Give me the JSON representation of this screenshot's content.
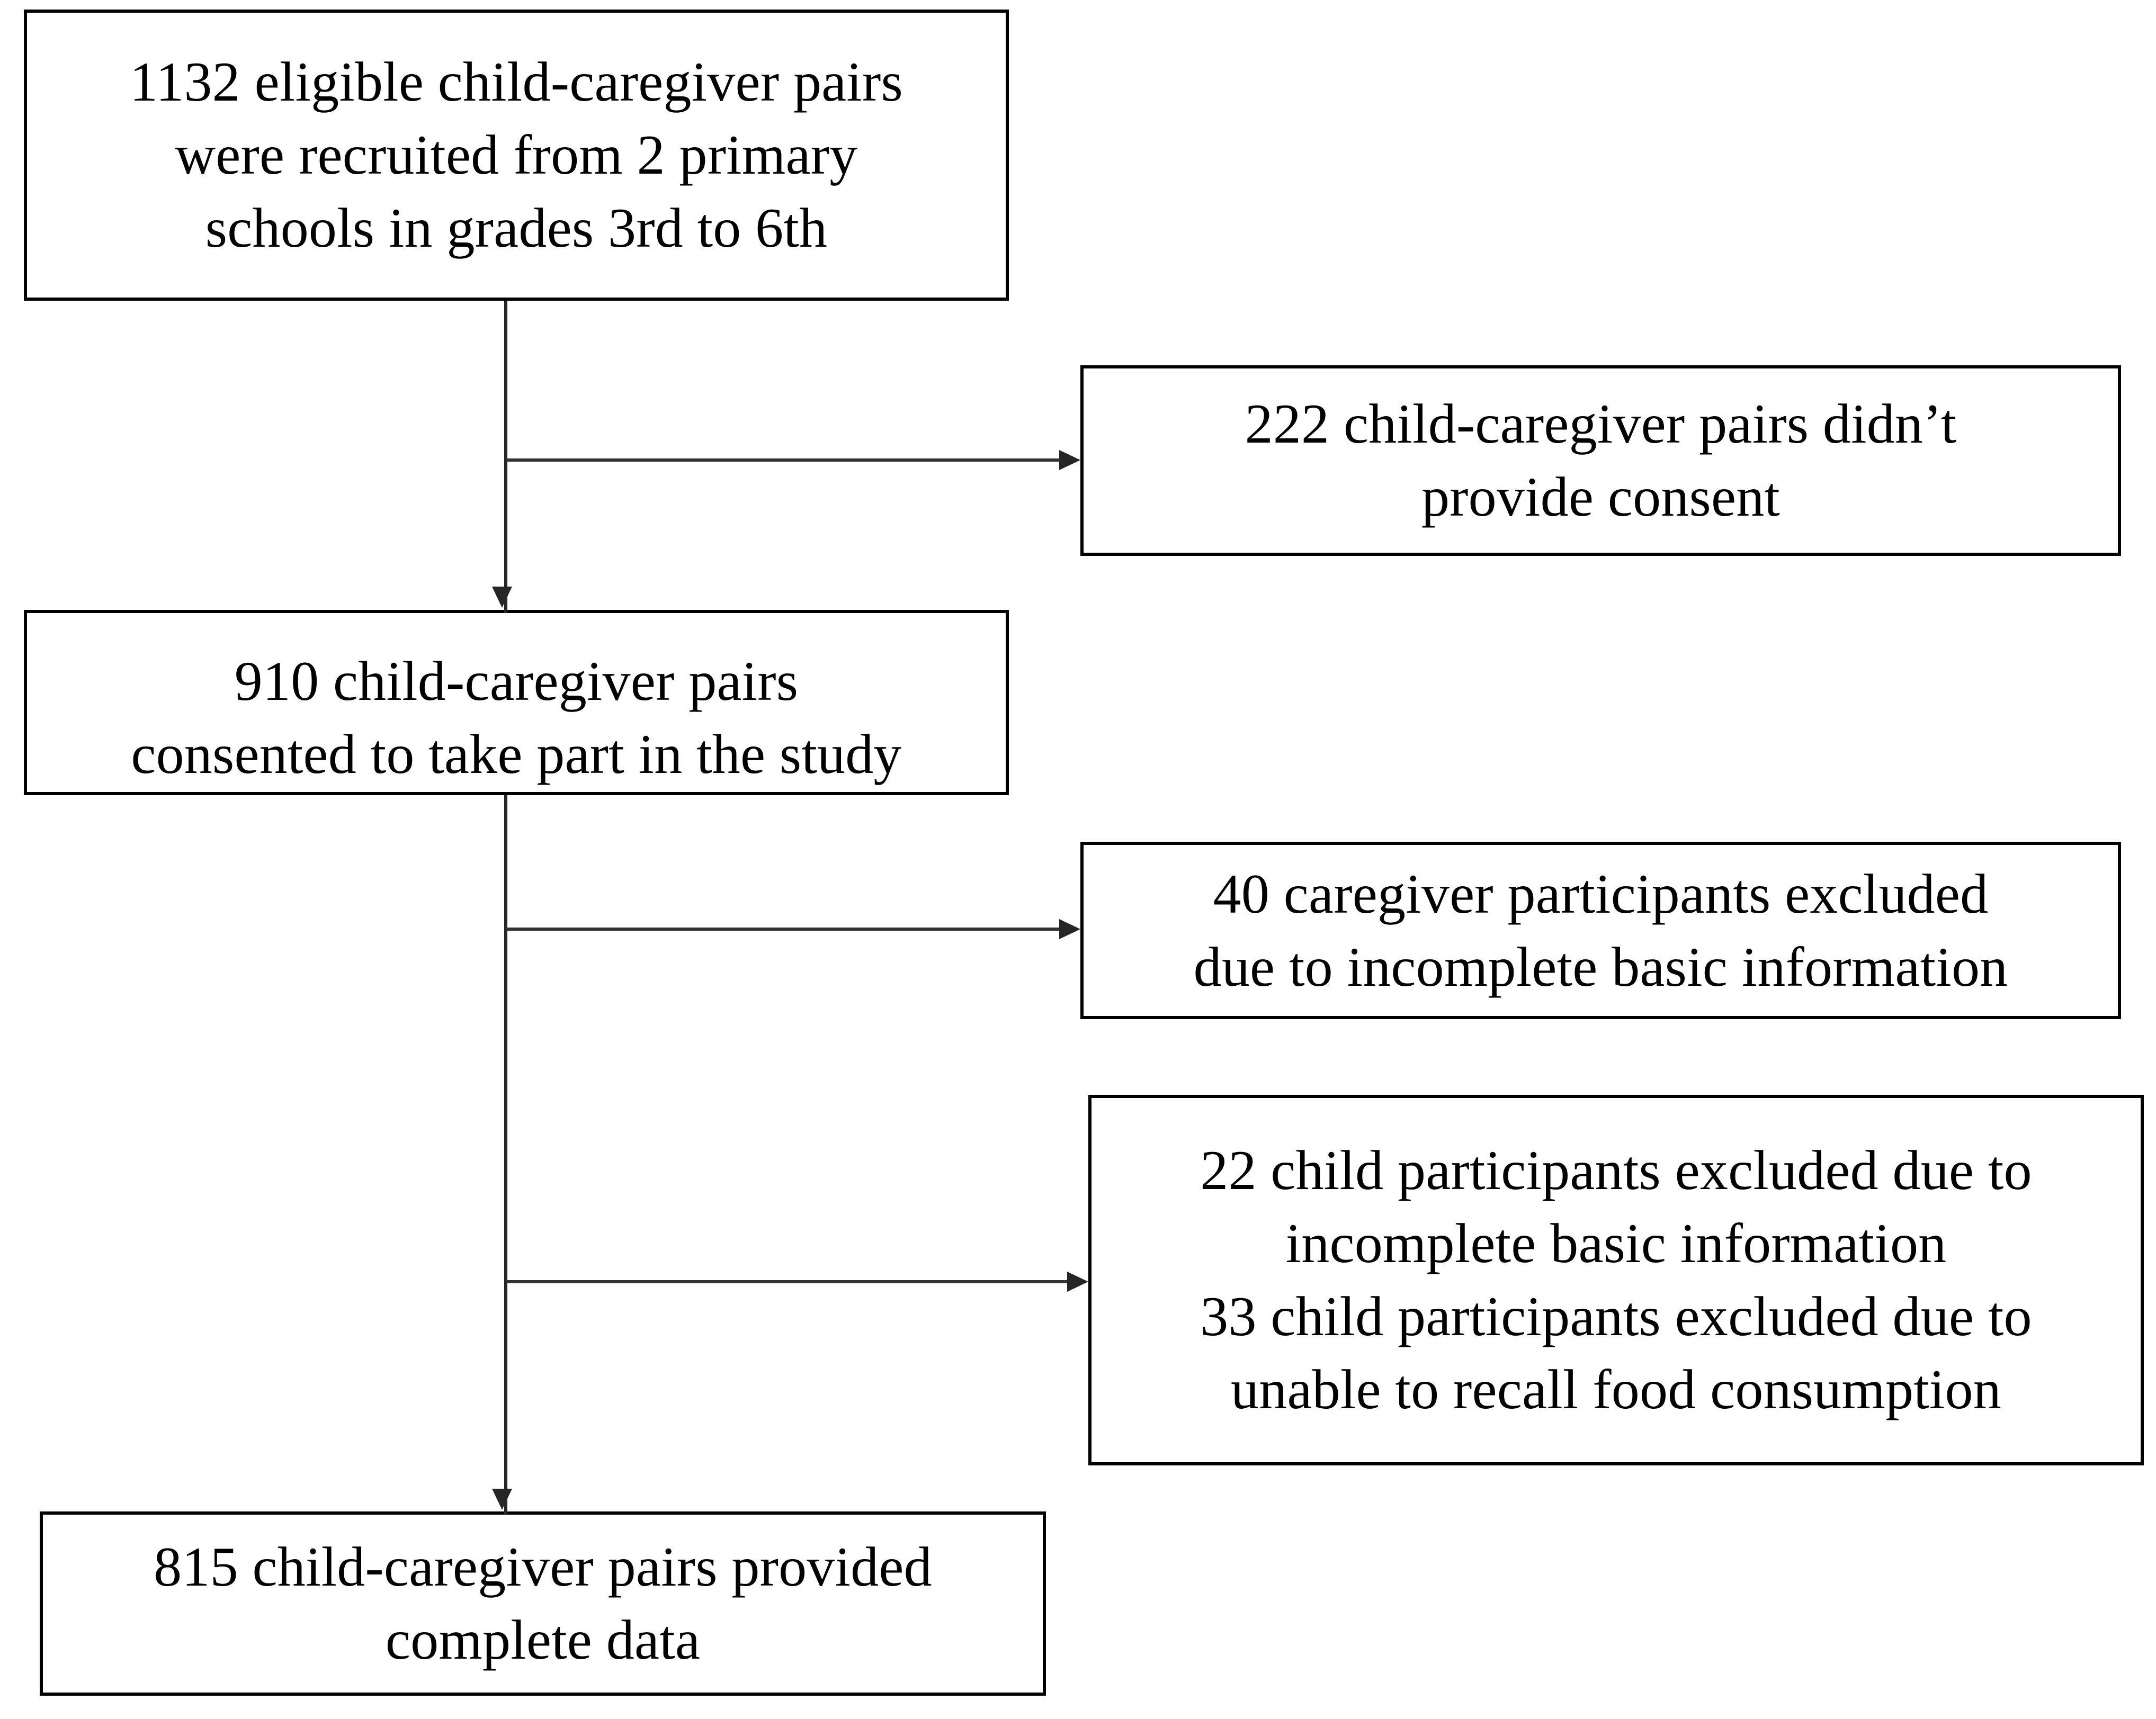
{
  "figure": {
    "type": "participant-flow-diagram",
    "background_color": "#ffffff",
    "line_color": "#262626",
    "text_color": "#000000"
  },
  "nodes": {
    "recruited": {
      "lines": [
        "1132 eligible child-caregiver pairs",
        "were recruited from 2 primary",
        "schools in grades 3rd to 6th"
      ],
      "count": 1132
    },
    "no_consent": {
      "lines": [
        "222 child-caregiver pairs didn’t",
        "provide consent"
      ],
      "count": 222
    },
    "consented": {
      "lines": [
        "910 child-caregiver pairs",
        "consented to take part in the study"
      ],
      "count": 910
    },
    "excluded_caregiver": {
      "lines": [
        "40 caregiver participants excluded",
        "due to incomplete basic information"
      ],
      "count": 40
    },
    "excluded_child": {
      "lines": [
        "22 child participants excluded due to",
        "incomplete basic information",
        "33 child participants excluded due to",
        "unable to recall food consumption"
      ],
      "counts": [
        22,
        33
      ]
    },
    "complete": {
      "lines": [
        "815 child-caregiver pairs provided",
        "complete data"
      ],
      "count": 815
    }
  },
  "connectors": [
    {
      "from": "recruited",
      "to": "consented",
      "kind": "vertical-arrow"
    },
    {
      "from": "recruited",
      "to": "no_consent",
      "kind": "horizontal-arrow"
    },
    {
      "from": "consented",
      "to": "excluded_caregiver",
      "kind": "horizontal-arrow"
    },
    {
      "from": "consented",
      "to": "excluded_child",
      "kind": "horizontal-arrow"
    },
    {
      "from": "consented",
      "to": "complete",
      "kind": "vertical-arrow"
    }
  ]
}
